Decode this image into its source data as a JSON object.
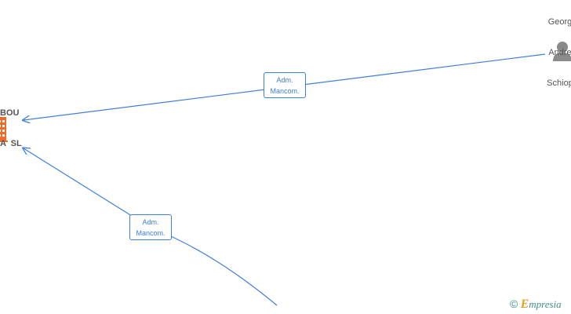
{
  "company": {
    "label_line1": "BOU",
    "label_line2": "A  SL",
    "icon": "building-icon",
    "color": "#f06a2a"
  },
  "person": {
    "label_line1": "Georg",
    "label_line2": "Andre",
    "label_line3": "Schiop",
    "icon": "person-icon",
    "color": "#8a8a8a"
  },
  "edges": [
    {
      "line1": "Adm.",
      "line2": "Mancom."
    },
    {
      "line1": "Adm.",
      "line2": "Mancom."
    }
  ],
  "colors": {
    "edge": "#3f7fd6"
  },
  "watermark": {
    "copyright": "©",
    "brand_initial": "E",
    "brand_rest": "mpresia"
  }
}
